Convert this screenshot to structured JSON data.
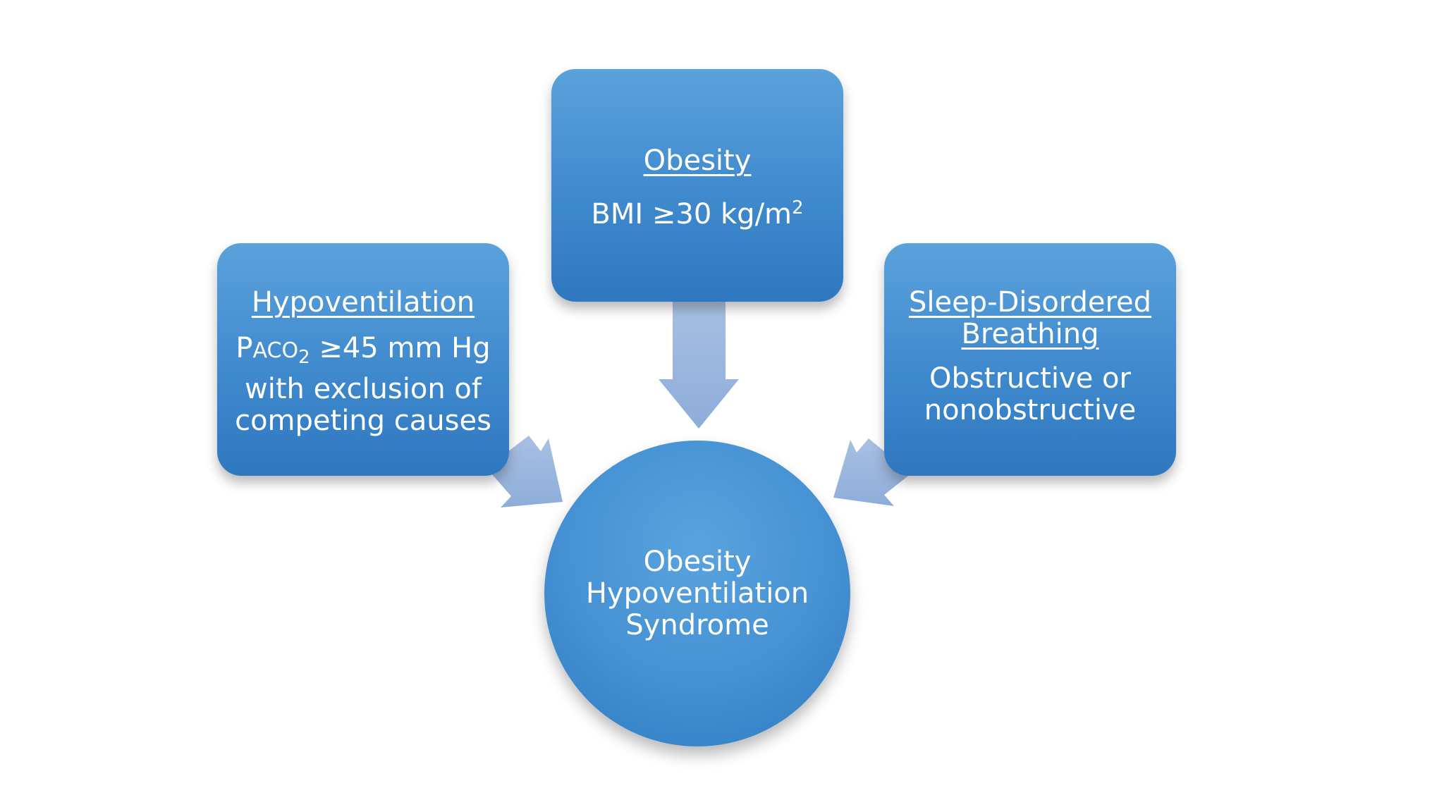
{
  "nodes": {
    "obesity": {
      "title": "Obesity",
      "body_prefix": "BMI ≥30 kg/m",
      "body_sup": "2"
    },
    "hypoventilation": {
      "title": "Hypoventilation",
      "body_p": "P",
      "body_aco": "ACO",
      "body_sub": "2",
      "body_line1_rest": " ≥45 mm Hg",
      "body_rest": "with exclusion of\ncompeting causes"
    },
    "sleep": {
      "title": "Sleep-Disordered\nBreathing",
      "body": "Obstructive or\nnonobstructive"
    },
    "center": {
      "label": "Obesity\nHypoventilation\nSyndrome"
    }
  },
  "colors": {
    "node_fill": "#4a90d2",
    "arrow_fill": "#9cb8df",
    "text": "#ffffff"
  }
}
